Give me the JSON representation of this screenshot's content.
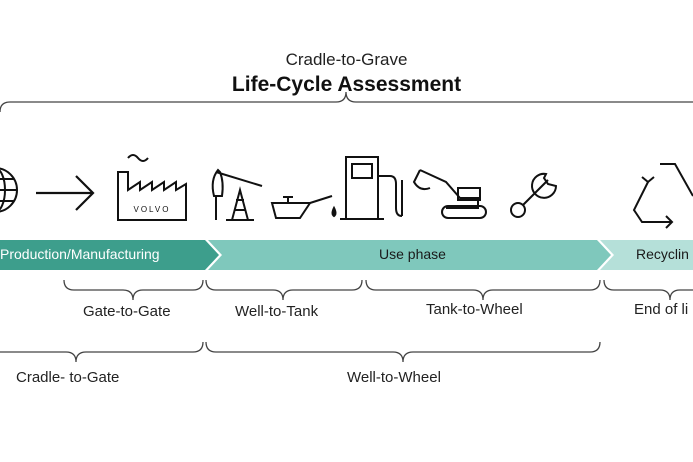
{
  "header": {
    "subtitle": "Cradle-to-Grave",
    "title": "Life-Cycle Assessment"
  },
  "phases": [
    {
      "label": "Production/Manufacturing",
      "color": "#3d9e8c",
      "text_color": "#ffffff"
    },
    {
      "label": "Use phase",
      "color": "#7fc8bc",
      "text_color": "#1a1a1a"
    },
    {
      "label": "Recyclin",
      "color": "#b5e0d9",
      "text_color": "#1a1a1a"
    }
  ],
  "icons": [
    "globe-icon",
    "arrow-right-icon",
    "factory-icon",
    "oil-pump-icon",
    "oil-can-icon",
    "fuel-pump-icon",
    "excavator-icon",
    "wrench-icon",
    "recycle-icon"
  ],
  "factory_brand": "VOLVO",
  "scopes_upper": {
    "gate_to_gate": "Gate-to-Gate",
    "well_to_tank": "Well-to-Tank",
    "tank_to_wheel": "Tank-to-Wheel",
    "end_of_life": "End of li"
  },
  "scopes_lower": {
    "cradle_to_gate": "Cradle- to-Gate",
    "well_to_wheel": "Well-to-Wheel"
  }
}
